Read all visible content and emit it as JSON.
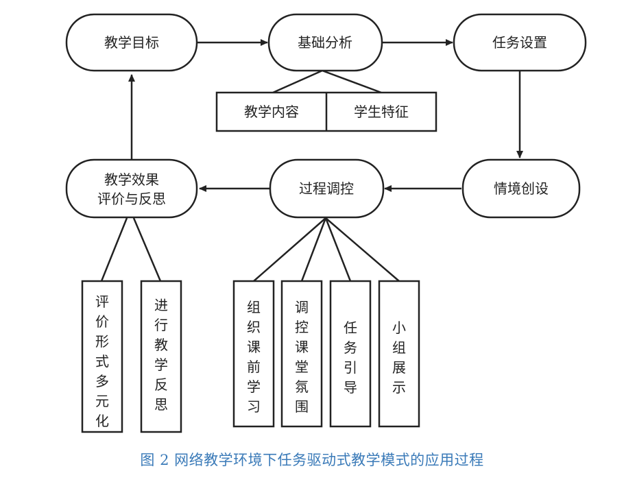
{
  "colors": {
    "stroke": "#222222",
    "text": "#222222",
    "caption": "#3a7ab8"
  },
  "nodes": {
    "teaching_goal": "教学目标",
    "basic_analysis": "基础分析",
    "task_setting": "任务设置",
    "teaching_content": "教学内容",
    "student_features": "学生特征",
    "situation_creation": "情境创设",
    "process_control": "过程调控",
    "evaluation_line1": "教学效果",
    "evaluation_line2": "评价与反思",
    "diverse_evaluation": "评价形式多元化",
    "teaching_reflection": "进行教学反思",
    "pre_study": "组织课前学习",
    "class_atmosphere": "调控课堂氛围",
    "task_guidance": "任务引导",
    "group_display": "小组展示"
  },
  "caption": "图 2 网络教学环境下任务驱动式教学模式的应用过程"
}
